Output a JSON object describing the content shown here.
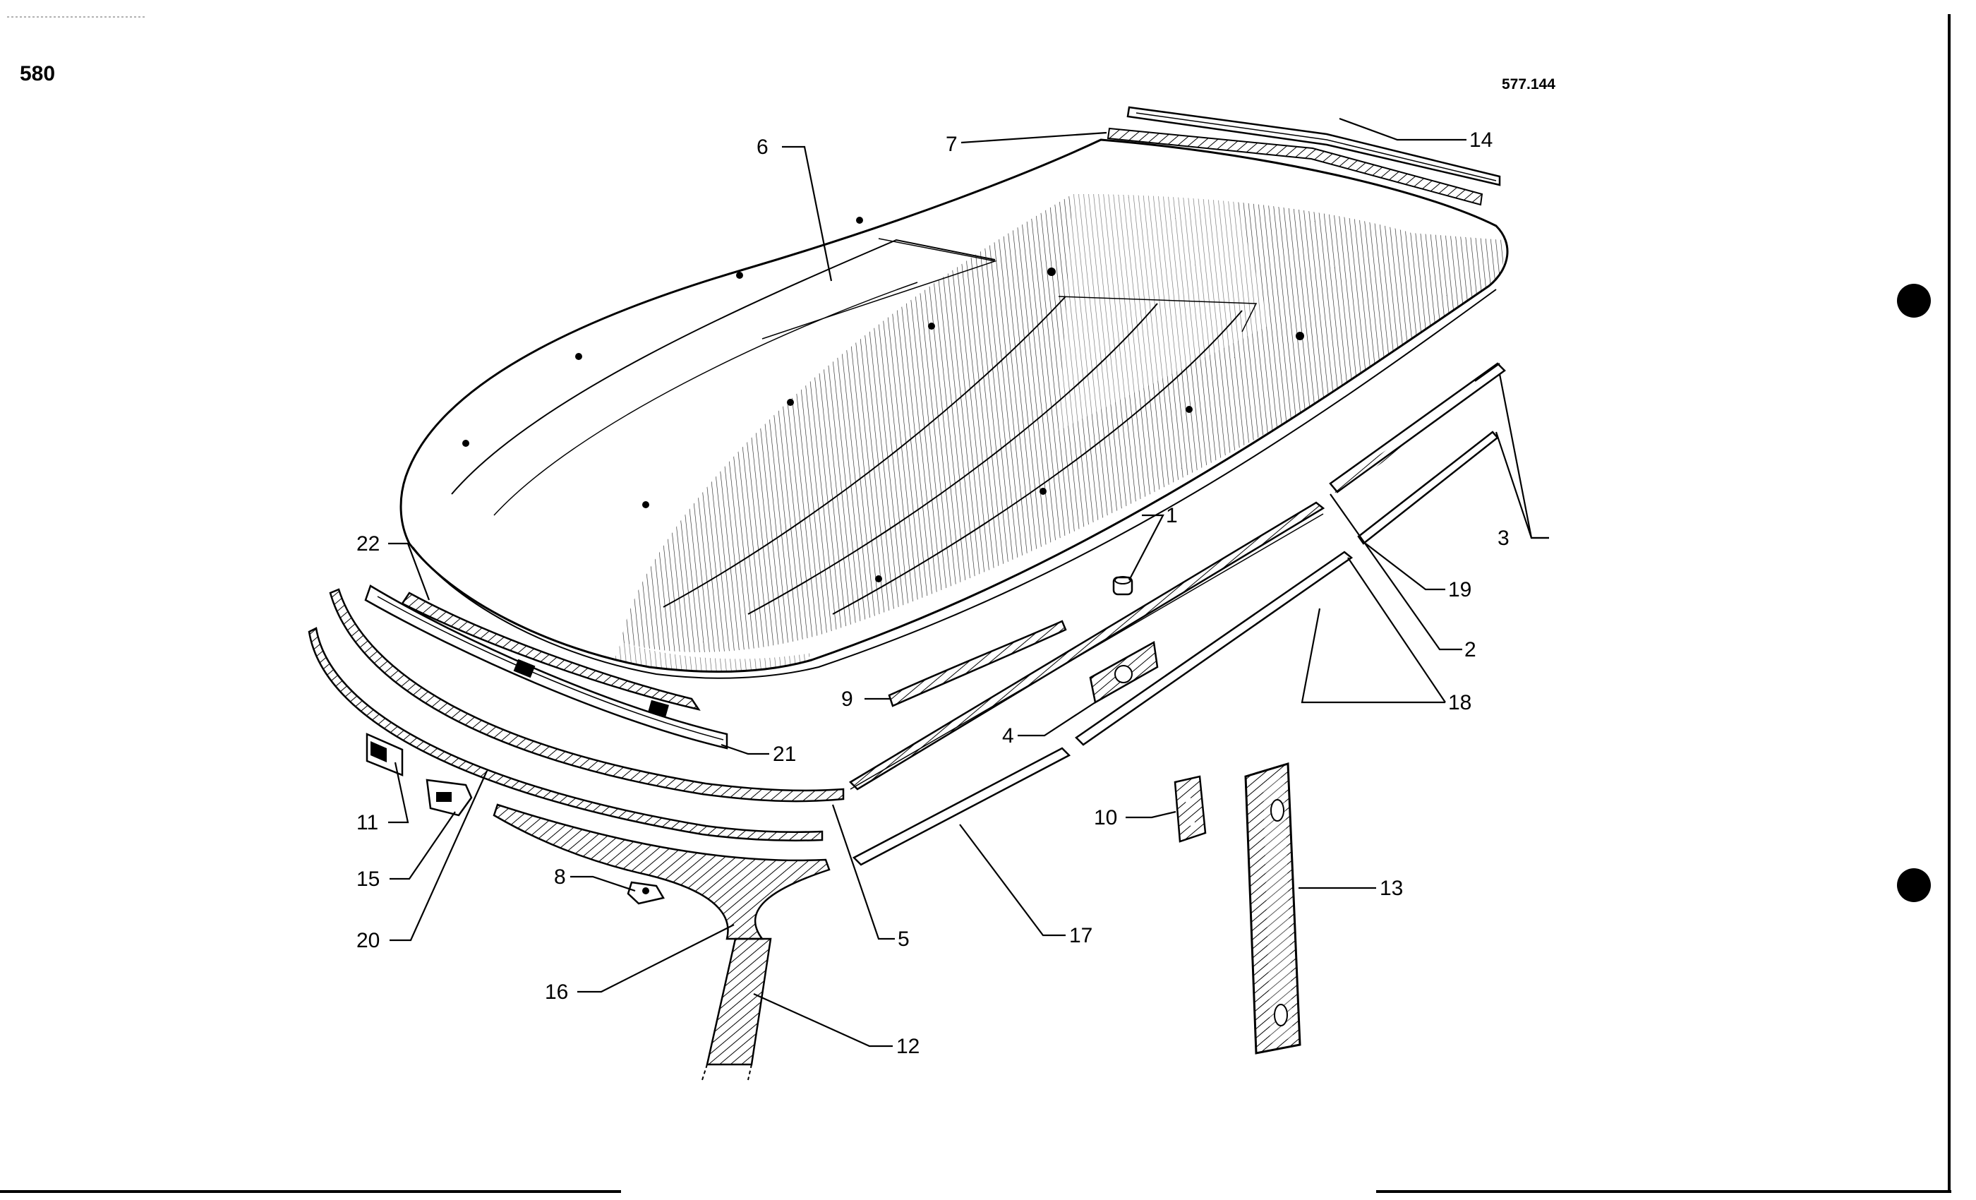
{
  "page_number": "580",
  "reference_code": "577.144",
  "callouts": {
    "c1": "1",
    "c2": "2",
    "c3": "3",
    "c4": "4",
    "c5": "5",
    "c6": "6",
    "c7": "7",
    "c8": "8",
    "c9": "9",
    "c10": "10",
    "c11": "11",
    "c12": "12",
    "c13": "13",
    "c14": "14",
    "c15": "15",
    "c16": "16",
    "c17": "17",
    "c18": "18",
    "c19": "19",
    "c20": "20",
    "c21": "21",
    "c22": "22"
  },
  "colors": {
    "ink": "#000000",
    "paper": "#ffffff"
  }
}
